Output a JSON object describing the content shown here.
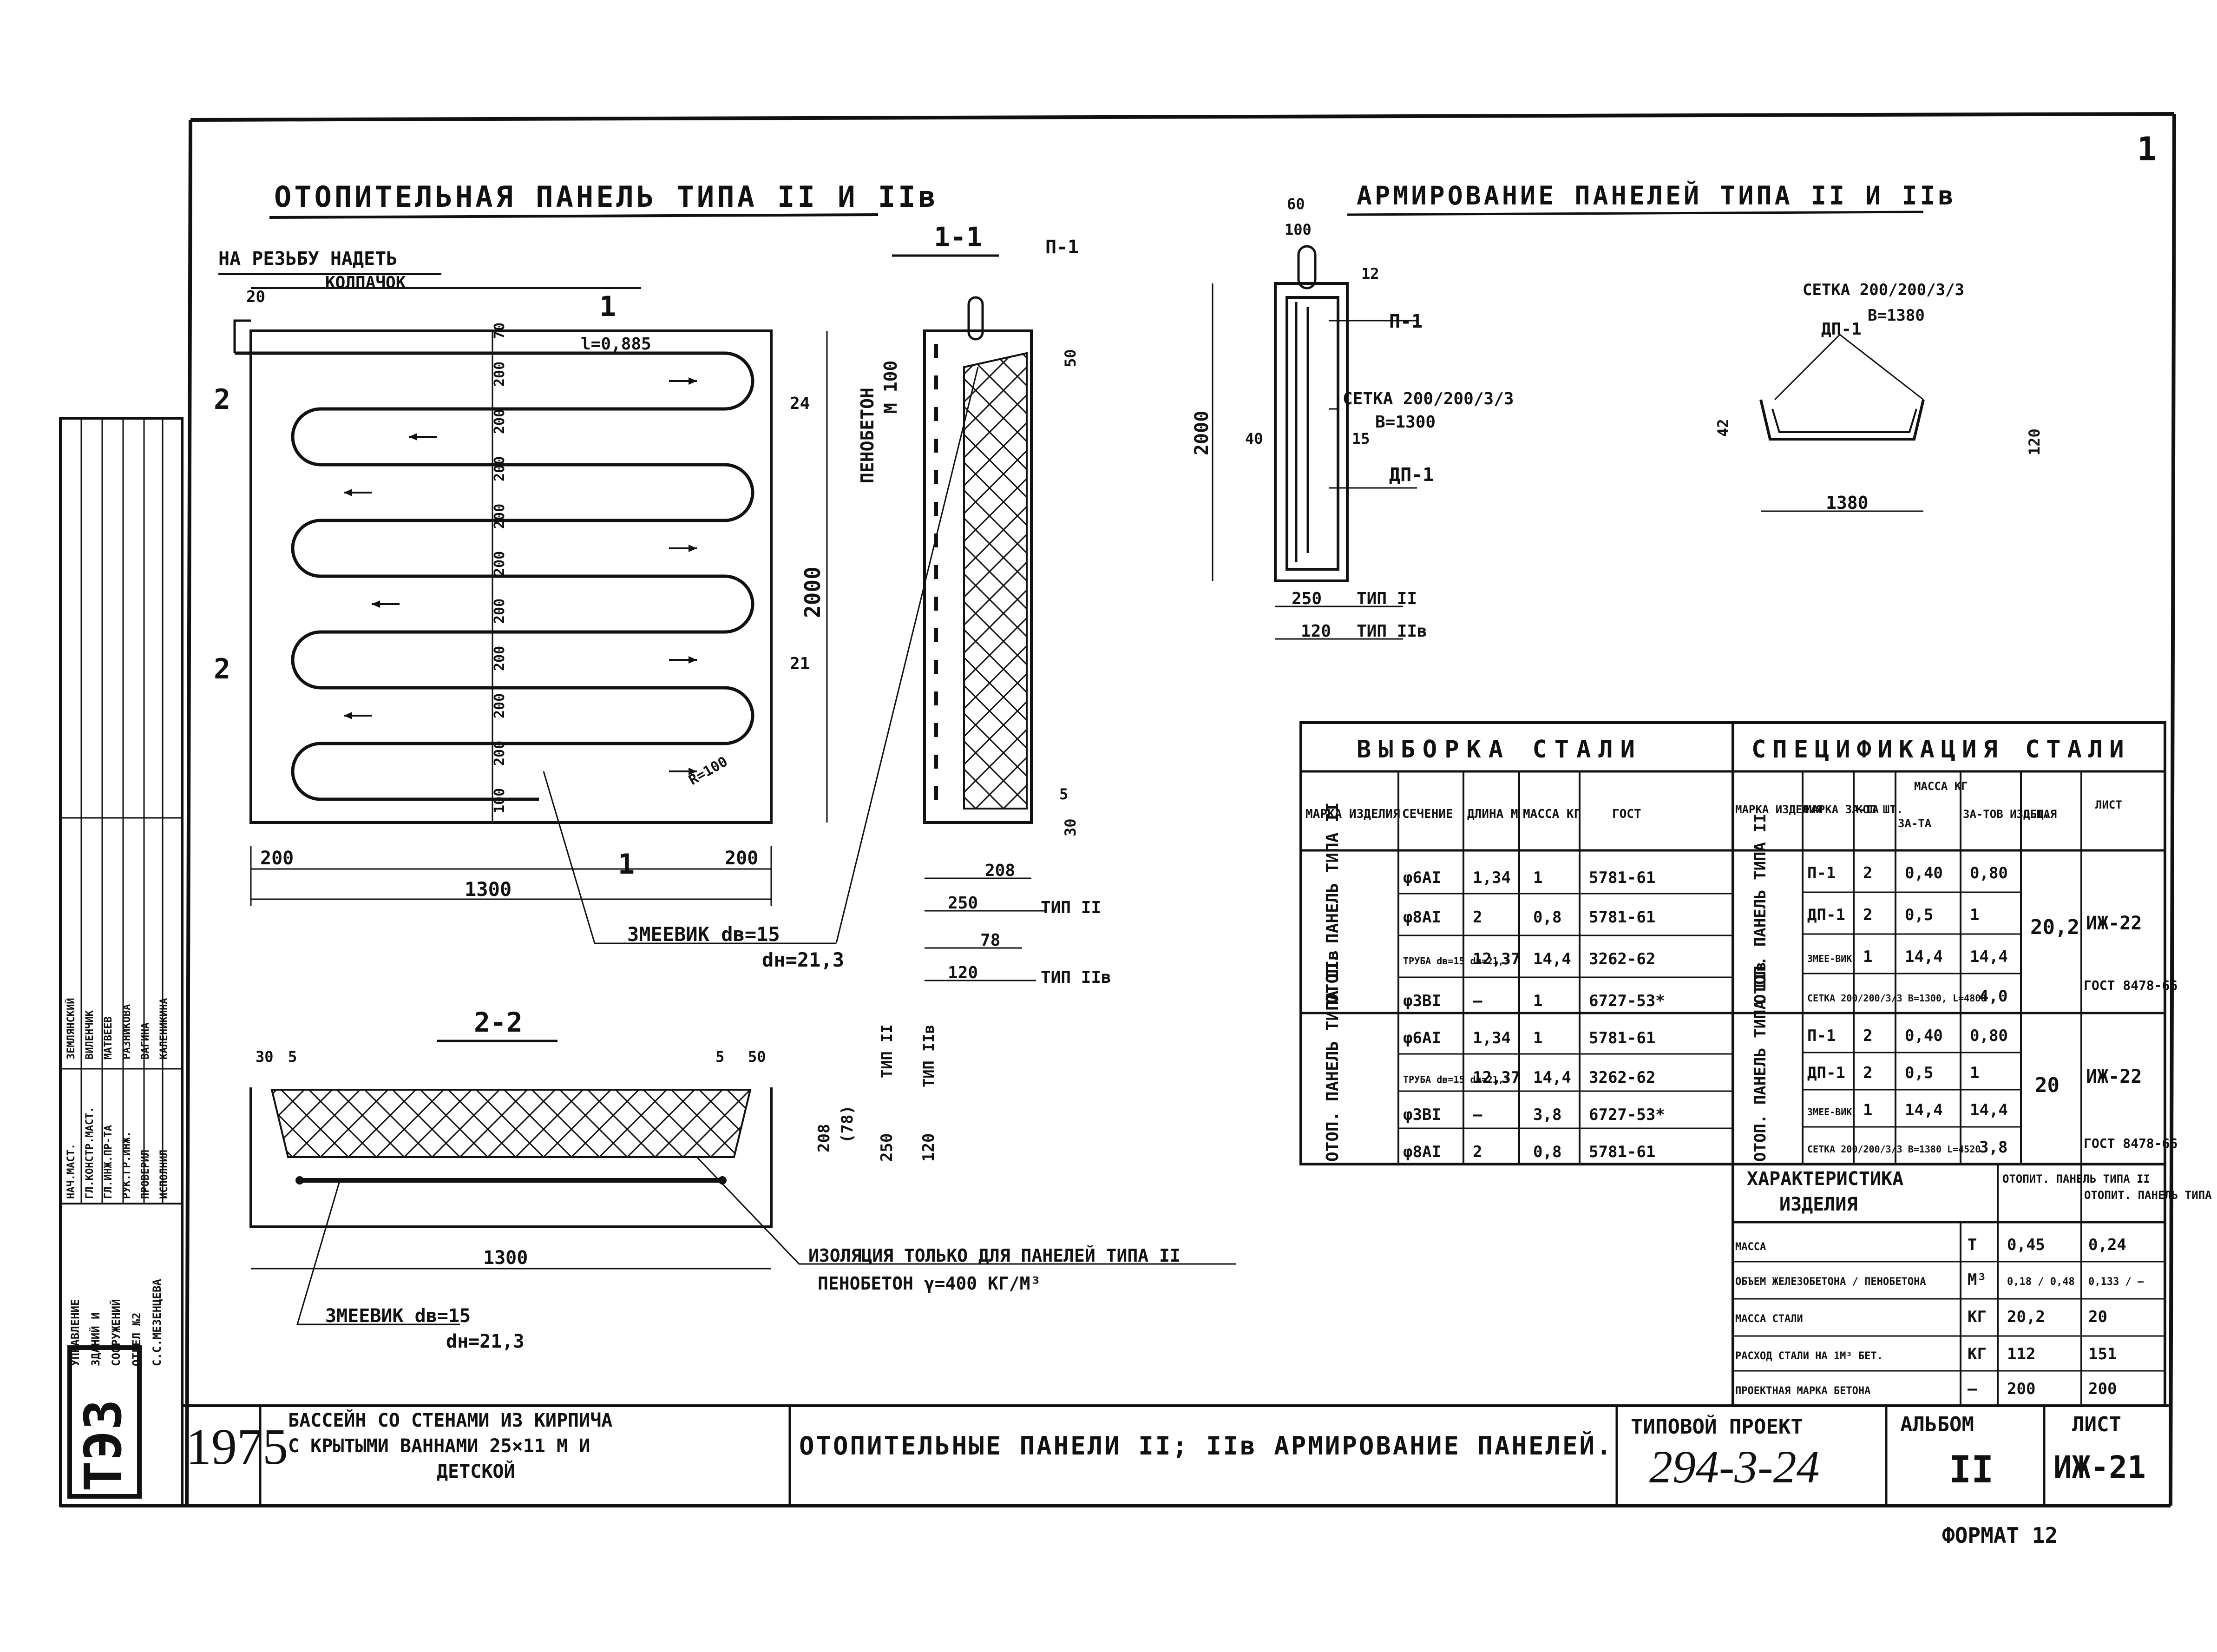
{
  "drawing": {
    "sheet_corner": "ТЭЗ",
    "format_label": "ФОРМАТ 12",
    "title_left": "ОТОПИТЕЛЬНАЯ ПАНЕЛЬ ТИПА II И IIв",
    "title_right": "АРМИРОВАНИЕ ПАНЕЛЕЙ ТИПА II И IIв",
    "thread_note": [
      "НА РЕЗЬБУ НАДЕТЬ",
      "КОЛПАЧОК"
    ],
    "coil_note_main": "ЗМЕЕВИК  dв=15",
    "coil_note_sub": "dн=21,3",
    "coil_note_2_main": "ЗМЕЕВИК  dв=15",
    "coil_note_2_sub": "dн=21,3",
    "insulation_note": [
      "ИЗОЛЯЦИЯ ТОЛЬКО ДЛЯ ПАНЕЛЕЙ ТИПА II",
      "ПЕНОБЕТОН  γ=400 КГ/М³"
    ],
    "foam_label": [
      "ПЕНОБЕТОН",
      "М 100"
    ],
    "section_labels": {
      "s11": "1-1",
      "s22": "2-2",
      "cut1": "1",
      "cut2": "2"
    },
    "callouts": {
      "p1": "П-1",
      "dp1": "ДП-1",
      "dp1b": "ДП-1",
      "mesh_a": "СЕТКА 200/200/3/3",
      "mesh_a_b": "В=1300",
      "mesh_b": "СЕТКА 200/200/3/3",
      "mesh_b_b": "В=1380",
      "radius": "R=100",
      "l_val": "l=0,885"
    },
    "dims": {
      "d1300": "1300",
      "d200l": "200",
      "d200r": "200",
      "d2000": "2000",
      "d250": "250",
      "d120": "120",
      "d208": "208",
      "d78": "78",
      "d50a": "50",
      "d5a": "5",
      "d30a": "30",
      "d5b": "5",
      "s_200": [
        "100",
        "200",
        "200",
        "200",
        "200",
        "200",
        "200",
        "200",
        "200",
        "200",
        "70"
      ],
      "d1300b": "1300",
      "d1380": "1380",
      "d1300c": "1300",
      "d250b": "250",
      "d120b": "120",
      "d208b": "208",
      "d78b": "(78)",
      "d2000b": "2000",
      "d40": "40",
      "d15": "15",
      "d60": "60",
      "d100": "100",
      "d30b": "30",
      "d5c": "5",
      "d5d": "5",
      "d50b": "50",
      "d250c": "250",
      "d120c": "120",
      "d42": "42",
      "d12": "12",
      "d20": "20",
      "d21": "21",
      "d24": "24"
    },
    "type_labels": {
      "tip2": "ТИП II",
      "tip2b": "ТИП IIв",
      "tip2c": "ТИП II",
      "tip2d": "ТИП IIв",
      "tip2e": "ТИП II",
      "tip2f": "ТИП IIв"
    }
  },
  "steel_selection": {
    "title": "ВЫБОРКА СТАЛИ",
    "headers": [
      "МАРКА ИЗДЕЛИЯ",
      "СЕЧЕНИЕ",
      "ДЛИНА М",
      "МАССА КГ",
      "ГОСТ"
    ],
    "group1": "ОТОП. ПАНЕЛЬ ТИПА II",
    "group2": "ОТОП. ПАНЕЛЬ ТИПА IIв",
    "rows": [
      [
        "φ6АI",
        "1,34",
        "1",
        "5781-61"
      ],
      [
        "φ8АI",
        "2",
        "0,8",
        "5781-61"
      ],
      [
        "ТРУБА dв=15 dн=21,3",
        "12,37",
        "14,4",
        "3262-62"
      ],
      [
        "φ3ВI",
        "—",
        "1",
        "6727-53*"
      ],
      [
        "φ6АI",
        "1,34",
        "1",
        "5781-61"
      ],
      [
        "ТРУБА dв=15 dн=21,3",
        "12,37",
        "14,4",
        "3262-62"
      ],
      [
        "φ3ВI",
        "—",
        "3,8",
        "6727-53*"
      ],
      [
        "φ8АI",
        "2",
        "0,8",
        "5781-61"
      ]
    ]
  },
  "steel_spec": {
    "title": "СПЕЦИФИКАЦИЯ СТАЛИ",
    "headers": [
      "МАРКА ИЗДЕЛИЯ",
      "МАРКА ЗА-ТА",
      "КОЛ ШТ.",
      "МАССА КГ",
      "ЗА-ТА",
      "ЗА-ТОВ ИЗДЕЛ.",
      "ОБЩАЯ",
      "ЛИСТ"
    ],
    "group1": "ОТОП. ПАНЕЛЬ ТИПА II",
    "group2": "ОТОП. ПАНЕЛЬ ТИПА IIв",
    "rows1": [
      [
        "П-1",
        "2",
        "0,40",
        "0,80"
      ],
      [
        "ДП-1",
        "2",
        "0,5",
        "1"
      ],
      [
        "ЗМЕЕ-ВИК",
        "1",
        "14,4",
        "14,4"
      ],
      [
        "СЕТКА 200/200/3/3 В=1300, L=4800",
        "",
        "",
        "4,0"
      ]
    ],
    "rows2": [
      [
        "П-1",
        "2",
        "0,40",
        "0,80"
      ],
      [
        "ДП-1",
        "2",
        "0,5",
        "1"
      ],
      [
        "ЗМЕЕ-ВИК",
        "1",
        "14,4",
        "14,4"
      ],
      [
        "СЕТКА 200/200/3/3 В=1380 L=4520",
        "",
        "",
        "3,8"
      ]
    ],
    "total1": "20,2",
    "total2": "20",
    "sheet1": "ИЖ-22",
    "sheet1b": "ГОСТ 8478-66",
    "sheet2": "ИЖ-22",
    "sheet2b": "ГОСТ 8478-66"
  },
  "characteristics": {
    "title": "ХАРАКТЕРИСТИКА ИЗДЕЛИЯ",
    "col1": "ОТОПИТ. ПАНЕЛЬ ТИПА II",
    "col2": "ОТОПИТ. ПАНЕЛЬ ТИПА IIв",
    "rows": [
      [
        "МАССА",
        "Т",
        "0,45",
        "0,24"
      ],
      [
        "ОБЪЕМ ЖЕЛЕЗОБЕТОНА / ПЕНОБЕТОНА",
        "М³",
        "0,18 / 0,48",
        "0,133 / —"
      ],
      [
        "МАССА СТАЛИ",
        "КГ",
        "20,2",
        "20"
      ],
      [
        "РАСХОД СТАЛИ НА 1М³ БЕТ.",
        "КГ",
        "112",
        "151"
      ],
      [
        "ПРОЕКТНАЯ МАРКА БЕТОНА",
        "—",
        "200",
        "200"
      ]
    ]
  },
  "stamp": {
    "year": "1975",
    "project_desc": [
      "БАССЕЙН СО СТЕНАМИ ИЗ КИРПИЧА",
      "С КРЫТЫМИ ВАННАМИ 25×11 М  И",
      "ДЕТСКОЙ"
    ],
    "sheet_title": "ОТОПИТЕЛЬНЫЕ ПАНЕЛИ II; IIв   АРМИРОВАНИЕ ПАНЕЛЕЙ.",
    "project_label": "ТИПОВОЙ ПРОЕКТ",
    "project_no": "294-3-24",
    "album_label": "АЛЬБОМ",
    "album_no": "II",
    "sheet_label": "ЛИСТ",
    "sheet_no": "ИЖ-21",
    "corner_mark": "1",
    "signatures": [
      [
        "НАЧ.МАСТ.",
        "ЗЕМЛЯНСКИЙ"
      ],
      [
        "ГЛ.КОНСТР.МАСТ.",
        "ВИЛЕНЧИК"
      ],
      [
        "ГЛ.ИНЖ.ПР-ТА",
        "МАТВЕЕВ"
      ],
      [
        "РУК.ГР.ИНЖ.",
        "РАЗНИКОВА"
      ],
      [
        "ПРОВЕРИЛ",
        "ВАГИНА"
      ],
      [
        "ИСПОЛНИЛ",
        "КАЛЕНИКИНА"
      ]
    ],
    "side_labels": [
      "УПРАВЛЕНИЕ",
      "ЗДАНИЙ И",
      "СООРУЖЕНИЙ",
      "ОТДЕЛ №2",
      "С.С.МЕЗЕНЦЕВА"
    ]
  }
}
